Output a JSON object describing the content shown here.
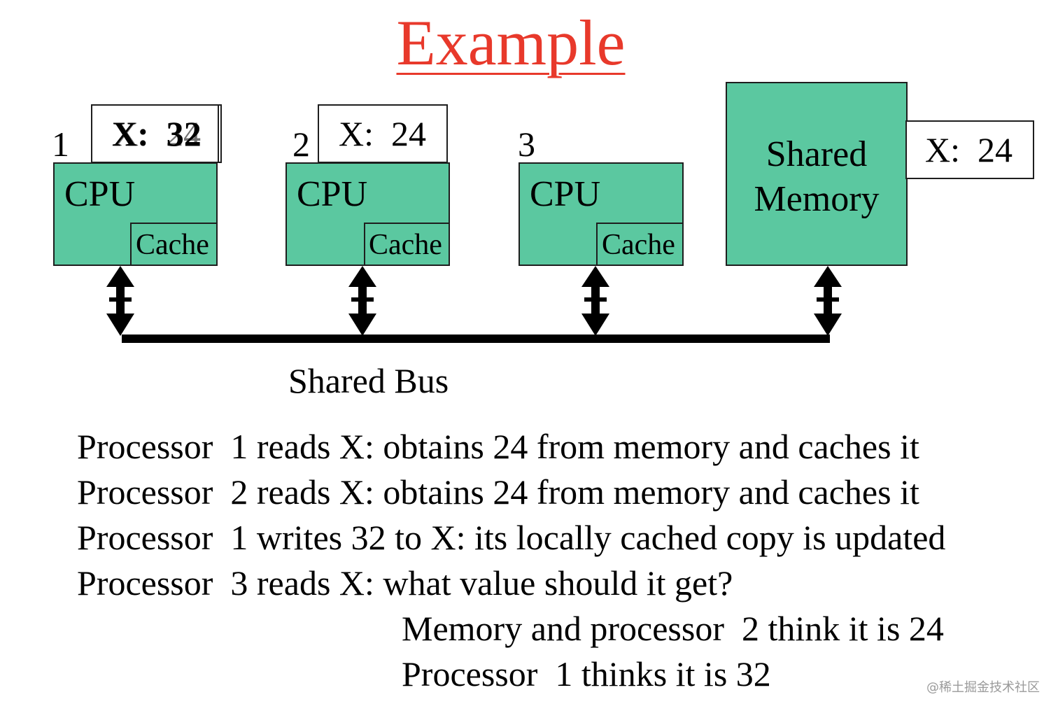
{
  "title": "Example",
  "processors": [
    {
      "number": "1",
      "cpu_label": "CPU",
      "cache_label": "Cache",
      "cache_value_new": "X:  32",
      "cache_value_old": "X:  24"
    },
    {
      "number": "2",
      "cpu_label": "CPU",
      "cache_label": "Cache",
      "cache_value": "X:  24"
    },
    {
      "number": "3",
      "cpu_label": "CPU",
      "cache_label": "Cache"
    }
  ],
  "memory": {
    "label_line1": "Shared",
    "label_line2": "Memory",
    "value": "X:  24"
  },
  "bus_label": "Shared Bus",
  "description": [
    "Processor  1 reads X: obtains 24 from memory and caches it",
    "Processor  2 reads X: obtains 24 from memory and caches it",
    "Processor  1 writes 32 to X: its locally cached copy is updated",
    "Processor  3 reads X: what value should it get?",
    "Memory and processor  2 think it is 24",
    "Processor  1 thinks it is 32"
  ],
  "watermark": "@稀土掘金技术社区",
  "colors": {
    "title": "#e8392b",
    "box_fill": "#5bc8a0",
    "line": "#000000"
  }
}
